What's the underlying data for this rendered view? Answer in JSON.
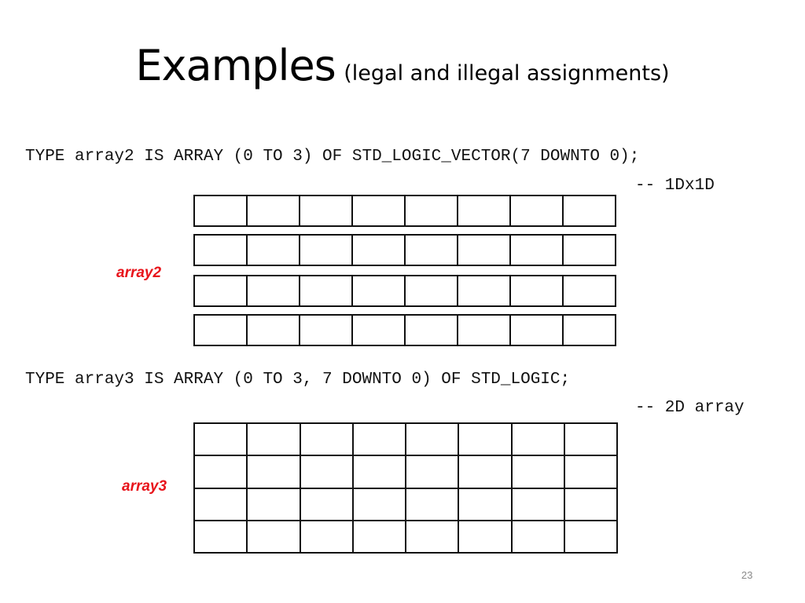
{
  "slide": {
    "title": "Examples",
    "subtitle": "(legal and illegal assignments)",
    "page_number": "23"
  },
  "example1": {
    "code": "TYPE array2 IS ARRAY (0 TO 3) OF STD_LOGIC_VECTOR(7 DOWNTO 0);",
    "comment": "-- 1Dx1D",
    "label": "array2",
    "label_color": "#e8141b",
    "rows": 4,
    "cols": 8
  },
  "example2": {
    "code": "TYPE array3 IS ARRAY (0 TO 3, 7 DOWNTO 0) OF STD_LOGIC;",
    "comment": "-- 2D array",
    "label": "array3",
    "label_color": "#e8141b",
    "rows": 4,
    "cols": 8
  }
}
